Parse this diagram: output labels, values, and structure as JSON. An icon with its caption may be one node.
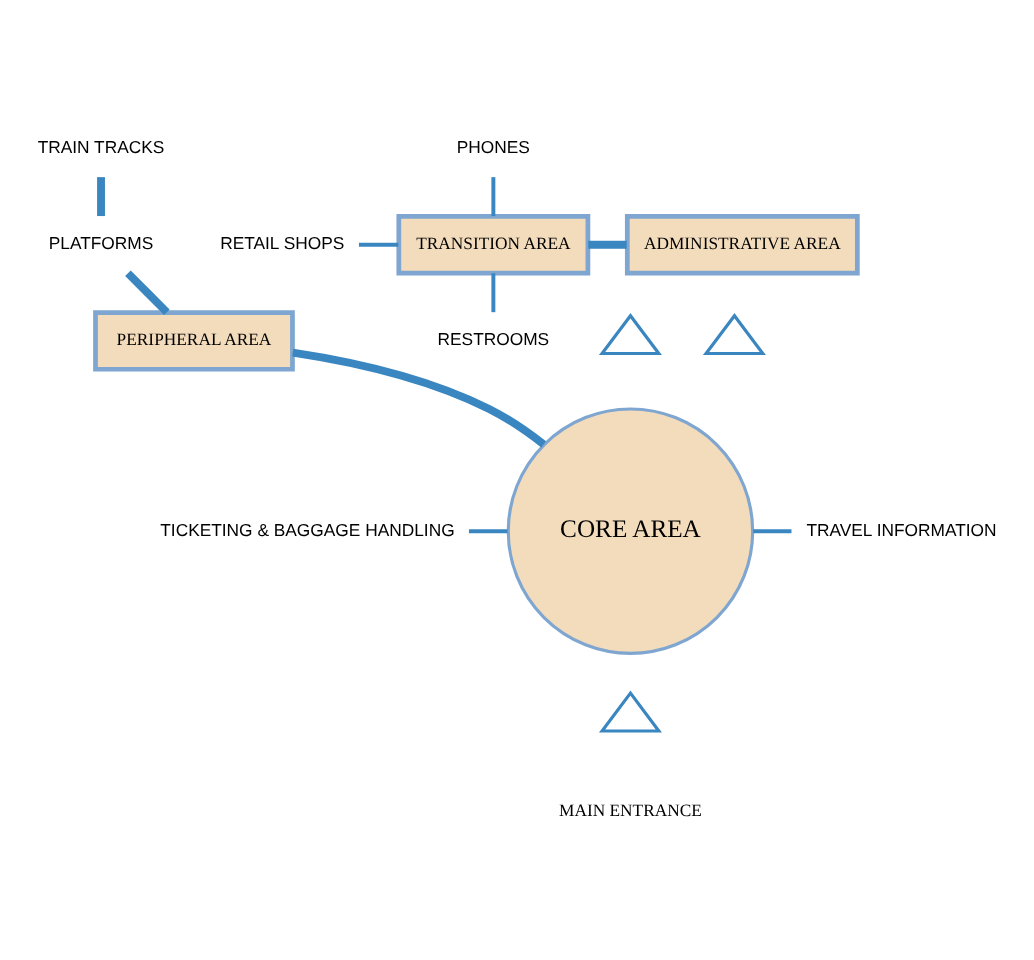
{
  "diagram": {
    "nodes": [
      {
        "text": [
          "TRAIN TRACKS"
        ]
      },
      {
        "text": [
          "PLATFORMS"
        ]
      },
      {
        "text": [
          "PERIPHERAL AREA"
        ]
      },
      {
        "text": [
          "PHONES"
        ]
      },
      {
        "text": [
          "RETAIL SHOPS"
        ]
      },
      {
        "text": [
          "TRANSITION AREA"
        ]
      },
      {
        "text": [
          "ADMINISTRATIVE AREA"
        ]
      },
      {
        "text": [
          "RESTROOMS"
        ]
      },
      {
        "text": [],
        "shape": "triangle"
      },
      {
        "text": [],
        "shape": "triangle"
      },
      {
        "text": [
          "TICKETING & BAGGAGE HANDLING"
        ]
      },
      {
        "text": [
          "CORE AREA"
        ]
      },
      {
        "text": [
          "TRAVEL INFORMATION"
        ]
      },
      {
        "text": [],
        "shape": "triangle"
      }
    ],
    "edges": [
      {
        "from": 0,
        "to": 1,
        "arrow": "none",
        "style": "thick"
      },
      {
        "from": 1,
        "to": 2,
        "arrow": "none",
        "style": "thick"
      },
      {
        "from": 2,
        "to": 11,
        "arrow": "none",
        "style": "thick"
      },
      {
        "from": 5,
        "to": 6,
        "arrow": "none",
        "style": "thick"
      },
      {
        "from": 3,
        "to": 5,
        "arrow": "none"
      },
      {
        "from": 4,
        "to": 5,
        "arrow": "none"
      },
      {
        "from": 5,
        "to": 7,
        "arrow": "none"
      },
      {
        "from": 10,
        "to": 11,
        "arrow": "none"
      },
      {
        "from": 11,
        "to": 12,
        "arrow": "none"
      }
    ],
    "labels": [
      "MAIN ENTRANCE"
    ]
  }
}
